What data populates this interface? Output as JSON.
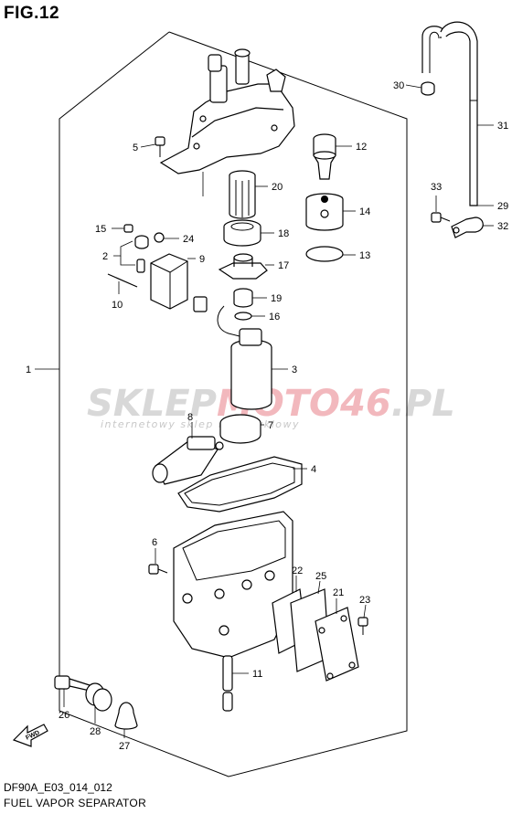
{
  "figure": {
    "title": "FIG.12",
    "code": "DF90A_E03_014_012",
    "name": "FUEL VAPOR SEPARATOR"
  },
  "watermark": {
    "brand_left": "SKLEP",
    "brand_accent": "MOTO46",
    "brand_right": ".PL",
    "tagline": "internetowy sklep motocyklowy",
    "accent_color": "#f2b8bd"
  },
  "arrow_label": "FWD",
  "callouts": {
    "c1": "1",
    "c2": "2",
    "c3": "3",
    "c4": "4",
    "c5": "5",
    "c6": "6",
    "c7": "7",
    "c8": "8",
    "c9": "9",
    "c10": "10",
    "c11": "11",
    "c12": "12",
    "c13": "13",
    "c14": "14",
    "c15": "15",
    "c16": "16",
    "c17": "17",
    "c18": "18",
    "c19": "19",
    "c20": "20",
    "c21": "21",
    "c22": "22",
    "c23": "23",
    "c24": "24",
    "c25": "25",
    "c26": "26",
    "c27": "27",
    "c28": "28",
    "c29": "29",
    "c30": "30",
    "c31": "31",
    "c32": "32",
    "c33": "33"
  }
}
